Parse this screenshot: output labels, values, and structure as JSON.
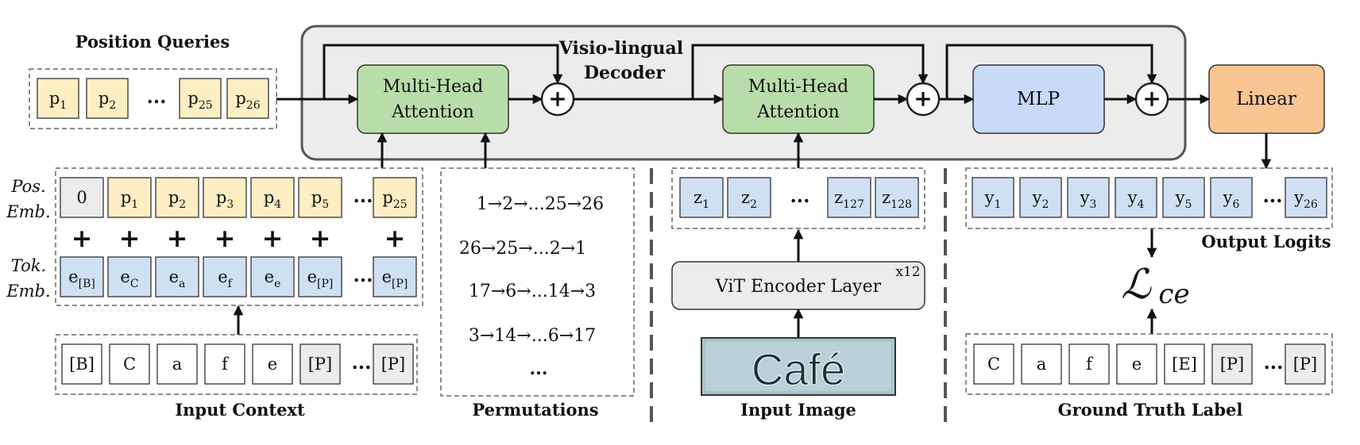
{
  "colors": {
    "token_yellow": "#fdeec4",
    "token_blue": "#cfe0f3",
    "token_gray": "#ececec",
    "attention_green": "#b8ddaa",
    "mlp_blue": "#c9daf8",
    "linear_orange": "#f9c593",
    "decoder_bg": "#ececec",
    "image_bg": "#a7c3cc"
  },
  "position_queries": {
    "title": "Position Queries",
    "tokens": [
      {
        "base": "p",
        "sub": "1"
      },
      {
        "base": "p",
        "sub": "2"
      },
      {
        "base": "...",
        "sub": ""
      },
      {
        "base": "p",
        "sub": "25"
      },
      {
        "base": "p",
        "sub": "26"
      }
    ]
  },
  "decoder": {
    "title_line1": "Visio-lingual",
    "title_line2": "Decoder",
    "mha1_line1": "Multi-Head",
    "mha1_line2": "Attention",
    "mha2_line1": "Multi-Head",
    "mha2_line2": "Attention",
    "mlp": "MLP",
    "plus": "+"
  },
  "linear": "Linear",
  "input_context": {
    "pos_label_1": "Pos.",
    "pos_label_2": "Emb.",
    "tok_label_1": "Tok.",
    "tok_label_2": "Emb.",
    "pos_emb": [
      {
        "base": "0",
        "sub": ""
      },
      {
        "base": "p",
        "sub": "1"
      },
      {
        "base": "p",
        "sub": "2"
      },
      {
        "base": "p",
        "sub": "3"
      },
      {
        "base": "p",
        "sub": "4"
      },
      {
        "base": "p",
        "sub": "5"
      },
      {
        "base": "...",
        "sub": ""
      },
      {
        "base": "p",
        "sub": "25"
      }
    ],
    "tok_emb": [
      {
        "base": "e",
        "sub": "[B]"
      },
      {
        "base": "e",
        "sub": "C"
      },
      {
        "base": "e",
        "sub": "a"
      },
      {
        "base": "e",
        "sub": "f"
      },
      {
        "base": "e",
        "sub": "e"
      },
      {
        "base": "e",
        "sub": "[P]"
      },
      {
        "base": "...",
        "sub": ""
      },
      {
        "base": "e",
        "sub": "[P]"
      }
    ],
    "tokens": [
      "[B]",
      "C",
      "a",
      "f",
      "e",
      "[P]",
      "...",
      "[P]"
    ],
    "caption": "Input Context"
  },
  "permutations": {
    "items": [
      "1→2→...25→26",
      "26→25→...2→1",
      "17→6→...14→3",
      "3→14→...6→17",
      "..."
    ],
    "caption": "Permutations"
  },
  "input_image": {
    "tokens": [
      {
        "base": "z",
        "sub": "1"
      },
      {
        "base": "z",
        "sub": "2"
      },
      {
        "base": "...",
        "sub": ""
      },
      {
        "base": "z",
        "sub": "127"
      },
      {
        "base": "z",
        "sub": "128"
      }
    ],
    "encoder": "ViT Encoder Layer",
    "encoder_repeat": "x12",
    "image_text": "Café",
    "caption": "Input Image"
  },
  "output": {
    "logits": [
      {
        "base": "y",
        "sub": "1"
      },
      {
        "base": "y",
        "sub": "2"
      },
      {
        "base": "y",
        "sub": "3"
      },
      {
        "base": "y",
        "sub": "4"
      },
      {
        "base": "y",
        "sub": "5"
      },
      {
        "base": "y",
        "sub": "6"
      },
      {
        "base": "...",
        "sub": ""
      },
      {
        "base": "y",
        "sub": "26"
      }
    ],
    "logits_caption": "Output Logits",
    "loss_main": "ℒ",
    "loss_sub": "ce",
    "labels": [
      "C",
      "a",
      "f",
      "e",
      "[E]",
      "[P]",
      "...",
      "[P]"
    ],
    "caption": "Ground Truth Label"
  }
}
